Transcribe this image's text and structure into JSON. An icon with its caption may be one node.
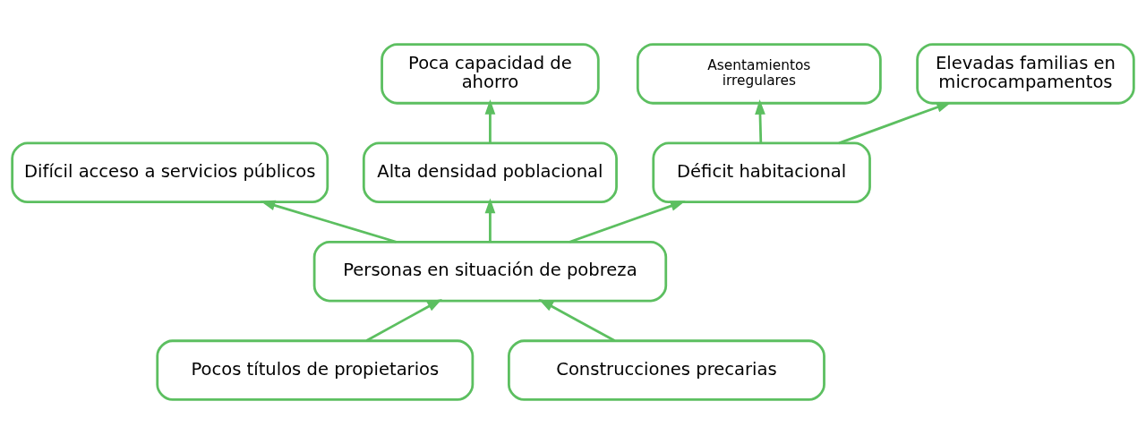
{
  "diagram": {
    "nodes": [
      {
        "text": [
          "Poca capacidad de ahorro"
        ]
      },
      {
        "text": [
          "Asentamientos irregulares"
        ]
      },
      {
        "text": [
          "Elevadas familias en microcampamentos"
        ]
      },
      {
        "text": [
          "Difícil acceso a servicios públicos"
        ]
      },
      {
        "text": [
          "Alta densidad poblacional"
        ]
      },
      {
        "text": [
          "Déficit habitacional"
        ]
      },
      {
        "text": [
          "Personas en situación de pobreza"
        ]
      },
      {
        "text": [
          "Pocos títulos de propietarios"
        ]
      },
      {
        "text": [
          "Construcciones precarias"
        ]
      }
    ],
    "edges": [
      {
        "from": 4,
        "to": 0,
        "arrow": "to"
      },
      {
        "from": 5,
        "to": 1,
        "arrow": "to"
      },
      {
        "from": 5,
        "to": 2,
        "arrow": "to"
      },
      {
        "from": 6,
        "to": 3,
        "arrow": "to"
      },
      {
        "from": 6,
        "to": 4,
        "arrow": "to"
      },
      {
        "from": 6,
        "to": 5,
        "arrow": "to"
      },
      {
        "from": 7,
        "to": 6,
        "arrow": "to"
      },
      {
        "from": 8,
        "to": 6,
        "arrow": "to"
      }
    ]
  }
}
